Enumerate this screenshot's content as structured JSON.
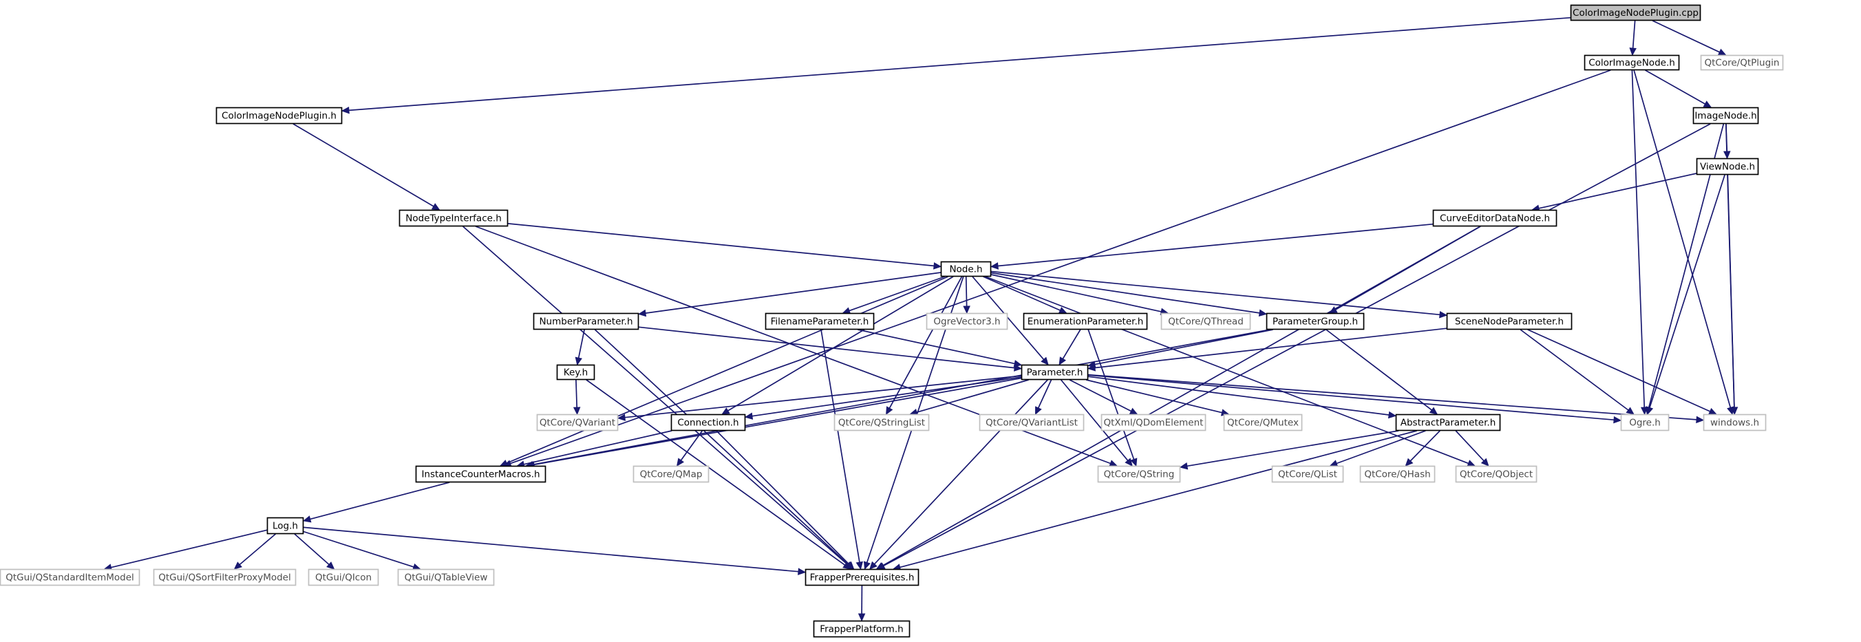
{
  "graph": {
    "root": "ColorImageNodePlugin.cpp",
    "nodes": [
      {
        "id": "root",
        "label": "ColorImageNodePlugin.cpp",
        "kind": "root"
      },
      {
        "id": "qtplugin",
        "label": "QtCore/QtPlugin",
        "kind": "external"
      },
      {
        "id": "cin",
        "label": "ColorImageNode.h",
        "kind": "documented"
      },
      {
        "id": "cinp",
        "label": "ColorImageNodePlugin.h",
        "kind": "documented"
      },
      {
        "id": "imgnode",
        "label": "ImageNode.h",
        "kind": "documented"
      },
      {
        "id": "viewnode",
        "label": "ViewNode.h",
        "kind": "documented"
      },
      {
        "id": "ntif",
        "label": "NodeTypeInterface.h",
        "kind": "documented"
      },
      {
        "id": "cedn",
        "label": "CurveEditorDataNode.h",
        "kind": "documented"
      },
      {
        "id": "node",
        "label": "Node.h",
        "kind": "documented"
      },
      {
        "id": "numparam",
        "label": "NumberParameter.h",
        "kind": "documented"
      },
      {
        "id": "fileparam",
        "label": "FilenameParameter.h",
        "kind": "documented"
      },
      {
        "id": "ogrevec",
        "label": "OgreVector3.h",
        "kind": "external"
      },
      {
        "id": "enumparam",
        "label": "EnumerationParameter.h",
        "kind": "documented"
      },
      {
        "id": "qthread",
        "label": "QtCore/QThread",
        "kind": "external"
      },
      {
        "id": "paramgroup",
        "label": "ParameterGroup.h",
        "kind": "documented"
      },
      {
        "id": "snparam",
        "label": "SceneNodeParameter.h",
        "kind": "documented"
      },
      {
        "id": "key",
        "label": "Key.h",
        "kind": "documented"
      },
      {
        "id": "param",
        "label": "Parameter.h",
        "kind": "documented"
      },
      {
        "id": "qvariant",
        "label": "QtCore/QVariant",
        "kind": "external"
      },
      {
        "id": "connection",
        "label": "Connection.h",
        "kind": "documented"
      },
      {
        "id": "qstringlist",
        "label": "QtCore/QStringList",
        "kind": "external"
      },
      {
        "id": "qvariantlist",
        "label": "QtCore/QVariantList",
        "kind": "external"
      },
      {
        "id": "qdom",
        "label": "QtXml/QDomElement",
        "kind": "external"
      },
      {
        "id": "qmutex",
        "label": "QtCore/QMutex",
        "kind": "external"
      },
      {
        "id": "absparam",
        "label": "AbstractParameter.h",
        "kind": "documented"
      },
      {
        "id": "ogre",
        "label": "Ogre.h",
        "kind": "external"
      },
      {
        "id": "windows",
        "label": "windows.h",
        "kind": "external"
      },
      {
        "id": "icm",
        "label": "InstanceCounterMacros.h",
        "kind": "documented"
      },
      {
        "id": "qmap",
        "label": "QtCore/QMap",
        "kind": "external"
      },
      {
        "id": "qstring",
        "label": "QtCore/QString",
        "kind": "external"
      },
      {
        "id": "qlist",
        "label": "QtCore/QList",
        "kind": "external"
      },
      {
        "id": "qhash",
        "label": "QtCore/QHash",
        "kind": "external"
      },
      {
        "id": "qobject",
        "label": "QtCore/QObject",
        "kind": "external"
      },
      {
        "id": "log",
        "label": "Log.h",
        "kind": "documented"
      },
      {
        "id": "qsim",
        "label": "QtGui/QStandardItemModel",
        "kind": "external"
      },
      {
        "id": "qsfpm",
        "label": "QtGui/QSortFilterProxyModel",
        "kind": "external"
      },
      {
        "id": "qicon",
        "label": "QtGui/QIcon",
        "kind": "external"
      },
      {
        "id": "qtv",
        "label": "QtGui/QTableView",
        "kind": "external"
      },
      {
        "id": "fprereq",
        "label": "FrapperPrerequisites.h",
        "kind": "documented"
      },
      {
        "id": "fplatform",
        "label": "FrapperPlatform.h",
        "kind": "documented"
      }
    ],
    "edges": [
      [
        "root",
        "cinp"
      ],
      [
        "root",
        "cin"
      ],
      [
        "root",
        "qtplugin"
      ],
      [
        "cin",
        "icm"
      ],
      [
        "cin",
        "imgnode"
      ],
      [
        "cin",
        "ogre"
      ],
      [
        "cin",
        "windows"
      ],
      [
        "cinp",
        "ntif"
      ],
      [
        "imgnode",
        "viewnode"
      ],
      [
        "imgnode",
        "ogre"
      ],
      [
        "imgnode",
        "windows"
      ],
      [
        "imgnode",
        "fprereq"
      ],
      [
        "viewnode",
        "cedn"
      ],
      [
        "viewnode",
        "ogre"
      ],
      [
        "viewnode",
        "windows"
      ],
      [
        "ntif",
        "node"
      ],
      [
        "ntif",
        "fprereq"
      ],
      [
        "ntif",
        "qstring"
      ],
      [
        "cedn",
        "node"
      ],
      [
        "cedn",
        "paramgroup"
      ],
      [
        "cedn",
        "fprereq"
      ],
      [
        "node",
        "icm"
      ],
      [
        "node",
        "numparam"
      ],
      [
        "node",
        "fileparam"
      ],
      [
        "node",
        "ogrevec"
      ],
      [
        "node",
        "enumparam"
      ],
      [
        "node",
        "qthread"
      ],
      [
        "node",
        "paramgroup"
      ],
      [
        "node",
        "snparam"
      ],
      [
        "node",
        "param"
      ],
      [
        "node",
        "connection"
      ],
      [
        "node",
        "qstringlist"
      ],
      [
        "node",
        "qobject"
      ],
      [
        "node",
        "fprereq"
      ],
      [
        "numparam",
        "key"
      ],
      [
        "numparam",
        "param"
      ],
      [
        "numparam",
        "fprereq"
      ],
      [
        "fileparam",
        "param"
      ],
      [
        "fileparam",
        "fprereq"
      ],
      [
        "enumparam",
        "param"
      ],
      [
        "enumparam",
        "qstring"
      ],
      [
        "paramgroup",
        "param"
      ],
      [
        "paramgroup",
        "absparam"
      ],
      [
        "paramgroup",
        "icm"
      ],
      [
        "snparam",
        "param"
      ],
      [
        "snparam",
        "ogre"
      ],
      [
        "snparam",
        "windows"
      ],
      [
        "key",
        "qvariant"
      ],
      [
        "key",
        "fprereq"
      ],
      [
        "param",
        "qvariant"
      ],
      [
        "param",
        "connection"
      ],
      [
        "param",
        "qstringlist"
      ],
      [
        "param",
        "qvariantlist"
      ],
      [
        "param",
        "qdom"
      ],
      [
        "param",
        "qmutex"
      ],
      [
        "param",
        "absparam"
      ],
      [
        "param",
        "ogre"
      ],
      [
        "param",
        "windows"
      ],
      [
        "param",
        "icm"
      ],
      [
        "param",
        "qstring"
      ],
      [
        "param",
        "fprereq"
      ],
      [
        "connection",
        "icm"
      ],
      [
        "connection",
        "qmap"
      ],
      [
        "connection",
        "fprereq"
      ],
      [
        "absparam",
        "qlist"
      ],
      [
        "absparam",
        "qhash"
      ],
      [
        "absparam",
        "qobject"
      ],
      [
        "absparam",
        "qstring"
      ],
      [
        "absparam",
        "fprereq"
      ],
      [
        "icm",
        "log"
      ],
      [
        "log",
        "qsim"
      ],
      [
        "log",
        "qsfpm"
      ],
      [
        "log",
        "qicon"
      ],
      [
        "log",
        "qtv"
      ],
      [
        "log",
        "fprereq"
      ],
      [
        "fprereq",
        "fplatform"
      ]
    ]
  },
  "colors": {
    "edge": "#191970",
    "documented_border": "#000000",
    "external_border": "#bfbfbf",
    "root_fill": "#bfbfbf",
    "external_text": "#4d4d4d"
  }
}
